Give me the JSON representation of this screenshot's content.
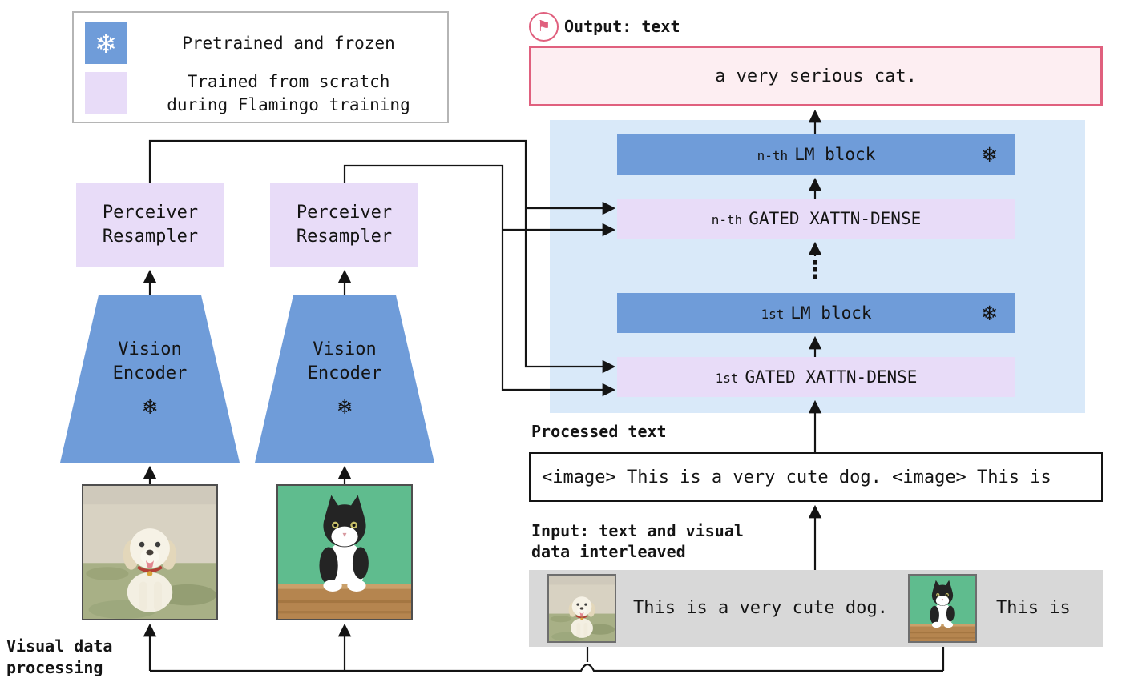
{
  "legend": {
    "frozen_label": "Pretrained and frozen",
    "trained_label": "Trained from scratch\nduring Flamingo training"
  },
  "output": {
    "label": "Output: text",
    "text": "a very serious cat."
  },
  "stack": {
    "blocks": [
      {
        "prefix": "n-th",
        "name": "LM block",
        "frozen": true
      },
      {
        "prefix": "n-th",
        "name": "GATED XATTN-DENSE",
        "frozen": false
      },
      {
        "prefix": "1st",
        "name": "LM block",
        "frozen": true
      },
      {
        "prefix": "1st",
        "name": "GATED XATTN-DENSE",
        "frozen": false
      }
    ]
  },
  "vision": {
    "perceiver_label": "Perceiver\nResampler",
    "encoder_label": "Vision\nEncoder"
  },
  "processed": {
    "label": "Processed text",
    "content": "<image> This is a very cute dog. <image> This is"
  },
  "input": {
    "label": "Input: text and visual\ndata interleaved",
    "caption_dog": "This is a very cute dog.",
    "caption_cat": "This is"
  },
  "footer": {
    "label": "Visual data\nprocessing"
  },
  "icons": {
    "snowflake": "❄",
    "flag": "⚑",
    "vertical_dots": "⋮"
  },
  "colors": {
    "frozen_blue": "#6f9cd9",
    "trained_lavender": "#e8dcf8",
    "panel_blue": "#d9e9f9",
    "output_pink_border": "#e0607e",
    "output_pink_fill": "#fdeef2",
    "input_gray_fill": "#d8d8d8"
  }
}
